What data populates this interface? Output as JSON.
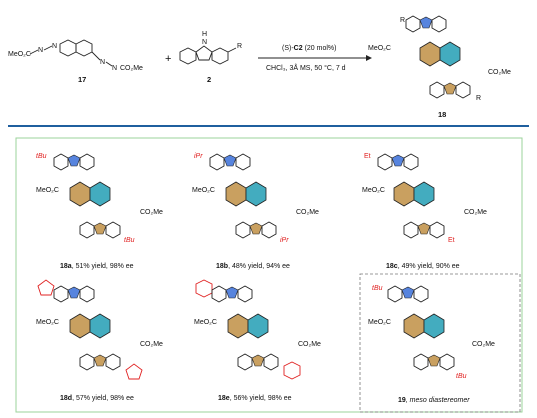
{
  "scheme": {
    "reagent_17_label": "17",
    "reagent_2_label": "2",
    "product_18_label": "18",
    "plus": "+",
    "conditions_line1_prefix": "(S)-",
    "conditions_line1_catalyst": "C2",
    "conditions_line1_suffix": " (20 mol%)",
    "conditions_line2": "CHCl₃, 3Å MS, 50 °C, 7 d",
    "text_meo2c": "MeO₂C",
    "text_co2me": "CO₂Me",
    "text_h": "H",
    "text_n": "N",
    "text_r": "R"
  },
  "products": [
    {
      "id": "18a",
      "caption": ", 51% yield, 98% ee",
      "substituent": "tBu",
      "ester": "CO₂Me"
    },
    {
      "id": "18b",
      "caption": ", 48% yield, 94% ee",
      "substituent": "iPr",
      "ester": "CO₂Me"
    },
    {
      "id": "18c",
      "caption": ", 49% yield, 90% ee",
      "substituent": "Et",
      "ester": "CO₂Me"
    },
    {
      "id": "18d",
      "caption": ", 57% yield, 98% ee",
      "substituent": "cyclopentyl",
      "ester": "CO₂Me"
    },
    {
      "id": "18e",
      "caption": ", 56% yield, 98% ee",
      "substituent": "cyclohexyl",
      "ester": "CO₂Me"
    },
    {
      "id": "19",
      "caption": ", meso diastereomer",
      "substituent": "tBu",
      "ester": "CO₂Me"
    }
  ],
  "colors": {
    "rule_blue": "#1f5f9e",
    "panel_border": "#9bd39b",
    "carbazole_blue": "#3a6fd8",
    "naph_tan": "#c9a060",
    "naph_teal": "#2fa3b8",
    "substituent_red": "#e02020"
  }
}
